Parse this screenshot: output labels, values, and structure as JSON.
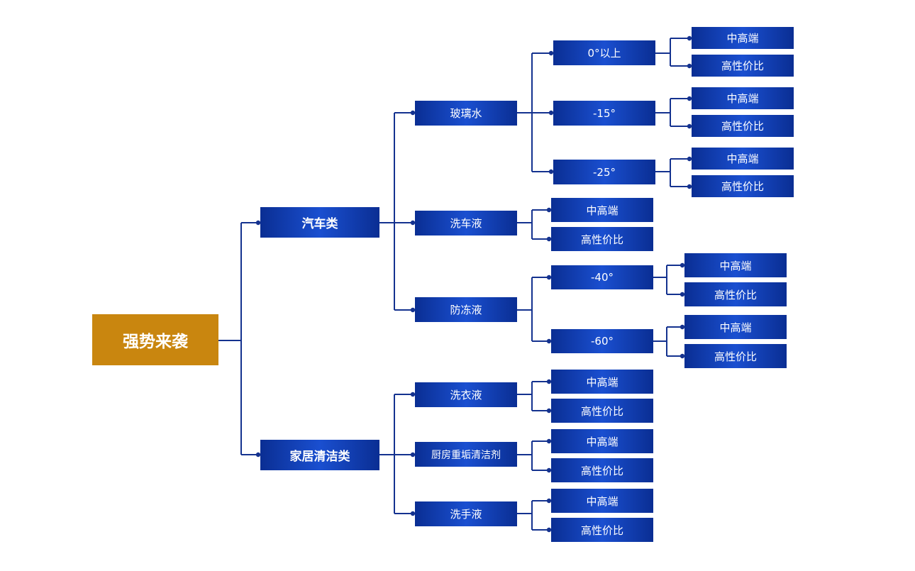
{
  "colors": {
    "root_fill": "#c9860f",
    "node_fill": "#1238a8",
    "connector": "#14328f"
  },
  "root": {
    "label": "强势来袭"
  },
  "car": {
    "label": "汽车类",
    "glass": {
      "label": "玻璃水",
      "t0": {
        "label": "0°以上",
        "premium": "中高端",
        "value": "高性价比"
      },
      "t15": {
        "label": "-15°",
        "premium": "中高端",
        "value": "高性价比"
      },
      "t25": {
        "label": "-25°",
        "premium": "中高端",
        "value": "高性价比"
      }
    },
    "wash": {
      "label": "洗车液",
      "premium": "中高端",
      "value": "高性价比"
    },
    "antifreeze": {
      "label": "防冻液",
      "t40": {
        "label": "-40°",
        "premium": "中高端",
        "value": "高性价比"
      },
      "t60": {
        "label": "-60°",
        "premium": "中高端",
        "value": "高性价比"
      }
    }
  },
  "home": {
    "label": "家居清洁类",
    "laundry": {
      "label": "洗衣液",
      "premium": "中高端",
      "value": "高性价比"
    },
    "kitchen": {
      "label": "厨房重垢清洁剂",
      "premium": "中高端",
      "value": "高性价比"
    },
    "handwash": {
      "label": "洗手液",
      "premium": "中高端",
      "value": "高性价比"
    }
  }
}
